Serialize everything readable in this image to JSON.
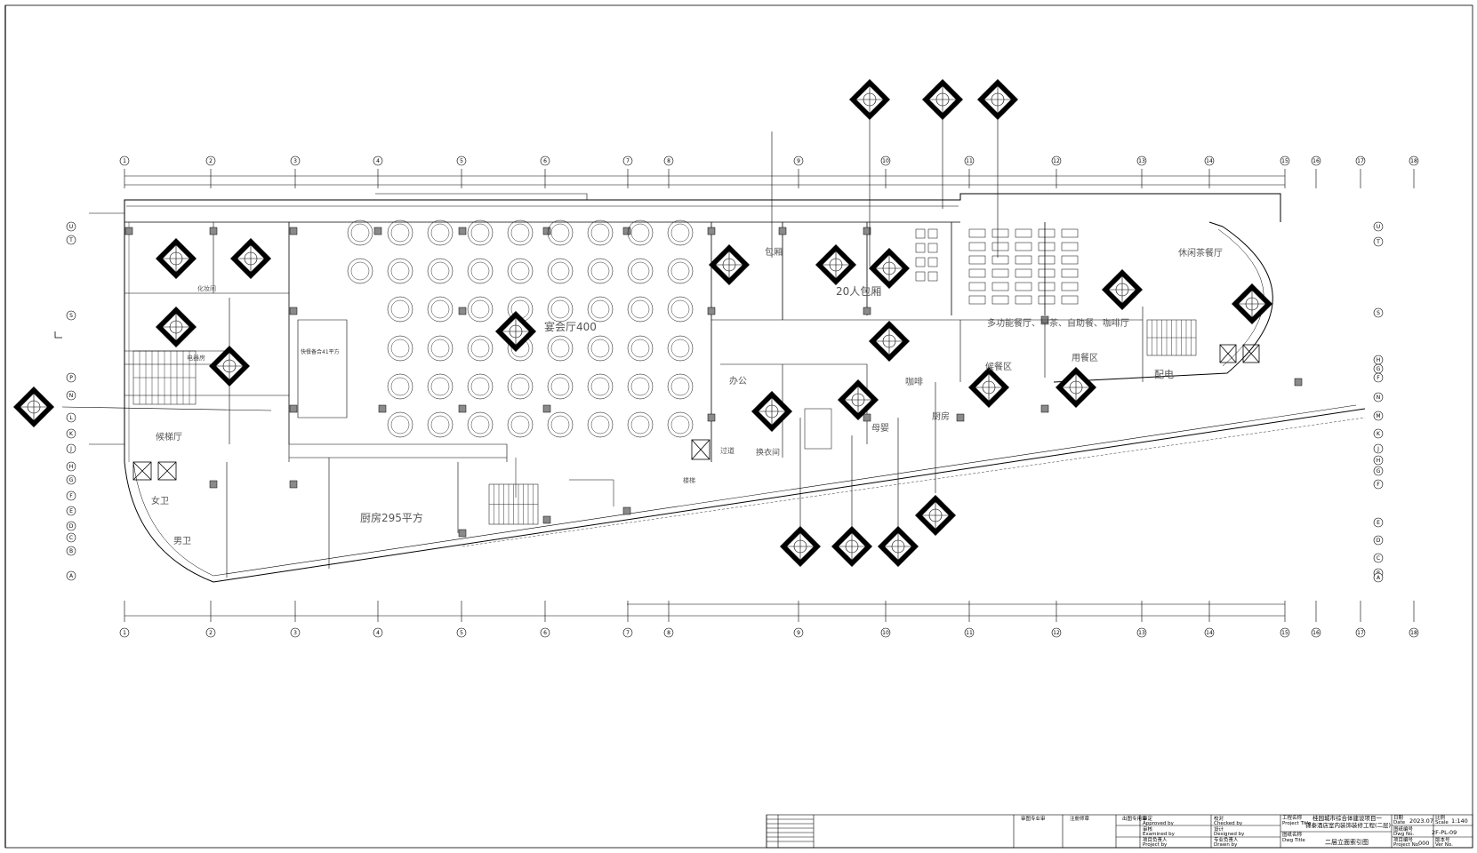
{
  "rooms": {
    "banquet": "宴会厅400",
    "private20": "20人包厢",
    "multi": "多功能餐厅、早茶、自助餐、咖啡厅",
    "leisure": "休闲茶餐厅",
    "kitchen": "厨房295平方",
    "lobby": "候梯厅",
    "prep": "快餐备合41平方",
    "waiting": "候餐区",
    "office": "办公",
    "cafe": "咖啡",
    "kitchen2": "厨房",
    "dining_area": "用餐区",
    "power": "配电",
    "baby": "母婴",
    "women": "女卫",
    "men": "男卫",
    "private_room": "包厢",
    "changing": "换衣间",
    "corridor": "过道",
    "dressing": "化妆间",
    "control": "电器房",
    "stair": "楼梯"
  },
  "grid": {
    "top_cols": [
      "1",
      "2",
      "3",
      "4",
      "5",
      "6",
      "7",
      "8",
      "9",
      "10",
      "11",
      "12",
      "13",
      "14",
      "15",
      "16",
      "17",
      "18"
    ],
    "rows": [
      "U",
      "T",
      "S",
      "P",
      "N",
      "L",
      "K",
      "J",
      "H",
      "G",
      "F",
      "E",
      "D",
      "C",
      "B",
      "A",
      "M"
    ]
  },
  "title_block": {
    "project_name_label": "工程名称",
    "project_name_en": "Project Title",
    "project_name": "桂园城市综合体建设项目一",
    "project_name2": "锦泰酒店室内装饰装修工程(二层)",
    "drawing_name_label": "图纸名称",
    "drawing_name_en": "Dwg Title",
    "drawing_name": "二层立面索引图",
    "approved_label": "审定",
    "approved_en": "Approved by",
    "examined_label": "审核",
    "examined_en": "Examined by",
    "project_lead_label": "项目负责人",
    "project_lead_en": "Project by",
    "checked_label": "校对",
    "checked_en": "Checked by",
    "designed_label": "设计",
    "designed_en": "Designed by",
    "drawn_label": "专业负责人",
    "drawn_en": "Drawn by",
    "date_label": "日期",
    "date_en": "Date",
    "date": "2023.07",
    "scale_label": "比例",
    "scale_en": "Scale",
    "scale": "1:140",
    "dwg_no_label": "图纸编号",
    "dwg_no_en": "Dwg No.",
    "dwg_no": "2F-PL-09",
    "project_no_label": "项目编号",
    "project_no_en": "Project No.",
    "project_no": "000",
    "ver_label": "版本号",
    "ver_en": "Ver No.",
    "sign_col1": "审图专业审",
    "sign_col2": "注册师章",
    "sign_col3": "出图专用章"
  }
}
